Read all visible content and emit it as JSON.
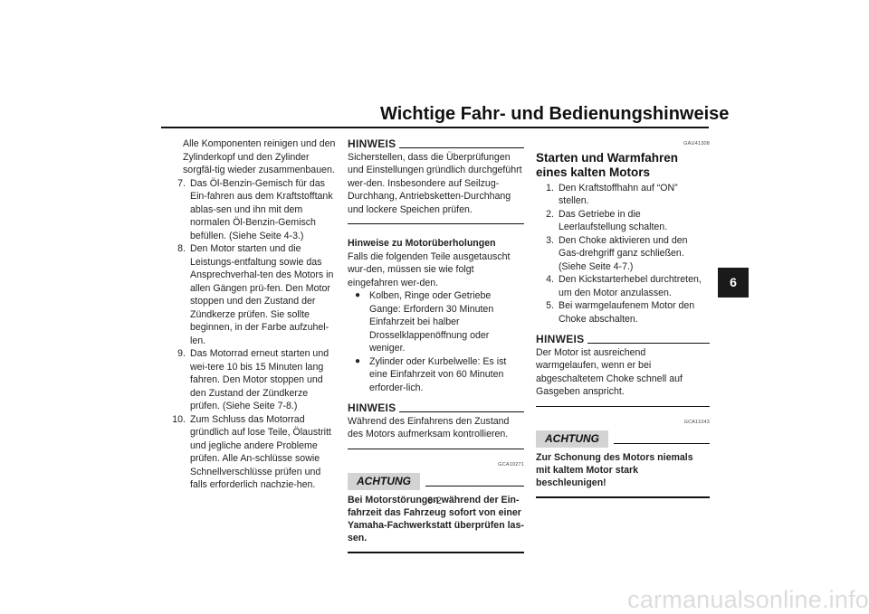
{
  "header": {
    "title": "Wichtige Fahr- und Bedienungshinweise"
  },
  "side_tab": {
    "label": "6"
  },
  "column1": {
    "intro": "Alle Komponenten reinigen und den Zylinderkopf und den Zylinder sorgfäl-tig wieder zusammenbauen.",
    "steps": [
      {
        "num": "7.",
        "text": "Das Öl-Benzin-Gemisch für das Ein-fahren aus dem Kraftstofftank ablas-sen und ihn mit dem normalen Öl-Benzin-Gemisch befüllen. (Siehe Seite 4-3.)"
      },
      {
        "num": "8.",
        "text": "Den Motor starten und die Leistungs-entfaltung sowie das Ansprechverhal-ten des Motors in allen Gängen prü-fen. Den Motor stoppen und den Zustand der Zündkerze prüfen. Sie sollte beginnen, in der Farbe aufzuhel-len."
      },
      {
        "num": "9.",
        "text": "Das Motorrad erneut starten und wei-tere 10 bis 15 Minuten lang fahren. Den Motor stoppen und den Zustand der Zündkerze prüfen. (Siehe Seite 7-8.)"
      },
      {
        "num": "10.",
        "text": "Zum Schluss das Motorrad gründlich auf lose Teile, Ölaustritt und jegliche andere Probleme prüfen. Alle An-schlüsse sowie Schnellverschlüsse prüfen und falls erforderlich nachzie-hen."
      }
    ]
  },
  "column2": {
    "hinweis1_label": "HINWEIS",
    "hinweis1_text": "Sicherstellen, dass die Überprüfungen und Einstellungen gründlich durchgeführt wer-den. Insbesondere auf Seilzug-Durchhang, Antriebsketten-Durchhang und lockere Speichen prüfen.",
    "subhead": "Hinweise zu Motorüberholungen",
    "sub_text": "Falls die folgenden Teile ausgetauscht wur-den, müssen sie wie folgt eingefahren wer-den.",
    "bullets": [
      "Kolben, Ringe oder Getriebe Gange: Erfordern 30 Minuten Einfahrzeit bei halber Drosselklappenöffnung oder weniger.",
      "Zylinder oder Kurbelwelle: Es ist eine Einfahrzeit von 60 Minuten erforder-lich."
    ],
    "hinweis2_label": "HINWEIS",
    "hinweis2_text": "Während des Einfahrens den Zustand des Motors aufmerksam kontrollieren.",
    "code": "GCA10271",
    "achtung_label": "ACHTUNG",
    "achtung_text": "Bei Motorstörungen während der Ein-fahrzeit das Fahrzeug sofort von einer Yamaha-Fachwerkstatt überprüfen las-sen."
  },
  "column3": {
    "code_top": "GAU41308",
    "section_title": "Starten und Warmfahren eines kalten Motors",
    "steps": [
      {
        "num": "1.",
        "text": "Den Kraftstoffhahn auf “ON” stellen."
      },
      {
        "num": "2.",
        "text": "Das Getriebe in die Leerlaufstellung schalten."
      },
      {
        "num": "3.",
        "text": "Den Choke aktivieren und den Gas-drehgriff ganz schließen. (Siehe Seite 4-7.)"
      },
      {
        "num": "4.",
        "text": "Den Kickstarterhebel durchtreten, um den Motor anzulassen."
      },
      {
        "num": "5.",
        "text": "Bei warmgelaufenem Motor den Choke abschalten."
      }
    ],
    "hinweis_label": "HINWEIS",
    "hinweis_text": "Der Motor ist ausreichend warmgelaufen, wenn er bei abgeschaltetem Choke schnell auf Gasgeben anspricht.",
    "code": "GCA11043",
    "achtung_label": "ACHTUNG",
    "achtung_text": "Zur Schonung des Motors niemals mit kaltem Motor stark beschleunigen!"
  },
  "footer": {
    "page_number": "6-2",
    "watermark": "carmanualsonline.info"
  },
  "colors": {
    "tab_bg": "#1a1a1a",
    "achtung_badge_bg": "#d3d3d3",
    "watermark": "#dcdcdc"
  }
}
